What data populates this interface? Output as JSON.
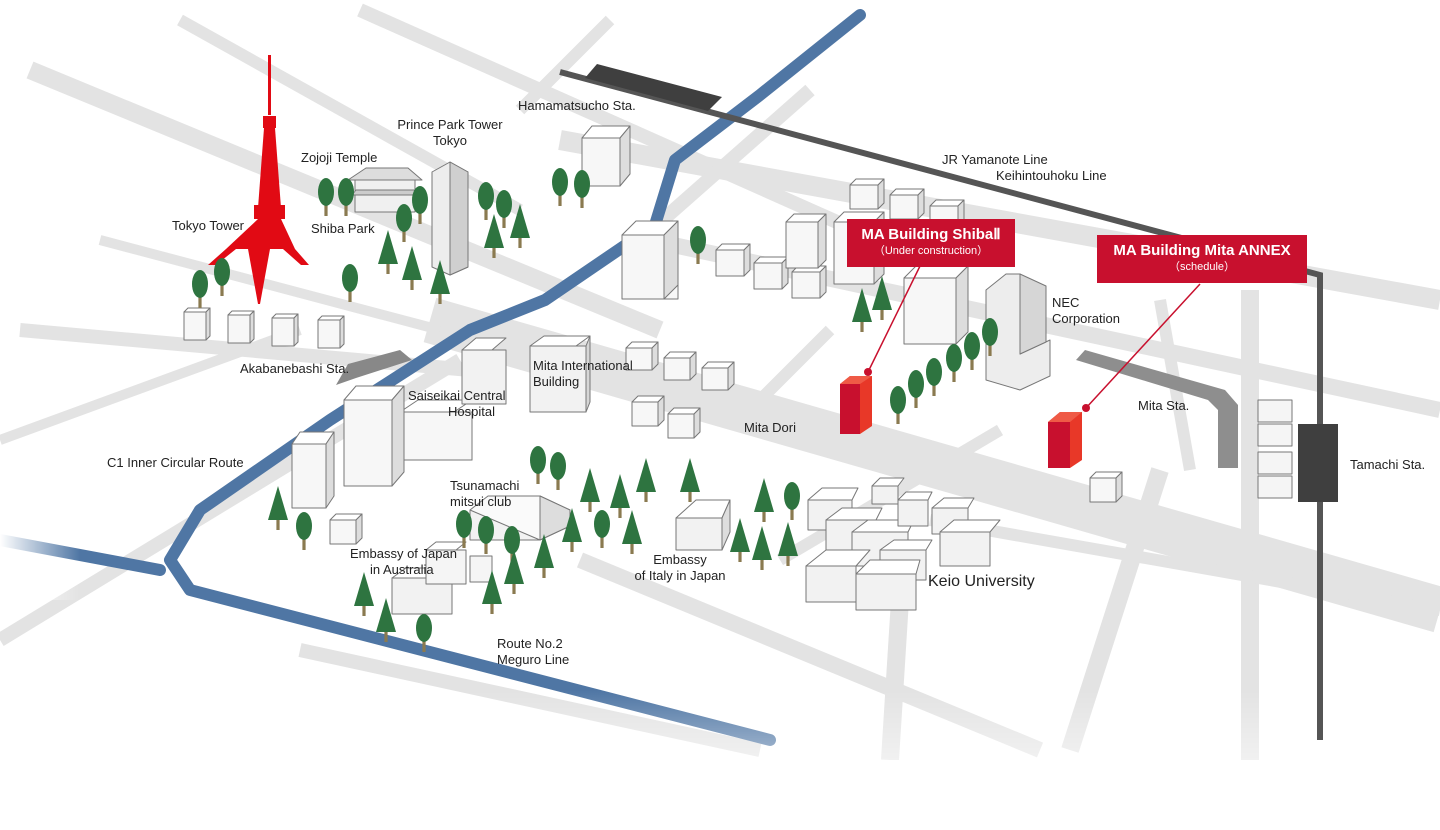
{
  "colors": {
    "road": "#e3e3e3",
    "expressway": "#4f76a4",
    "railway": "#555555",
    "accent": "#c8102e",
    "tower": "#e10a14",
    "tree": "#2e7440",
    "trunk": "#8a7a50"
  },
  "icons": [
    "tree-icon",
    "building-icon",
    "tower-icon"
  ],
  "labels": {
    "tokyo_tower": "Tokyo Tower",
    "zojoji": "Zojoji Temple",
    "shiba_park": "Shiba Park",
    "prince_1": "Prince Park Tower",
    "prince_2": "Tokyo",
    "hamamatsucho": "Hamamatsucho Sta.",
    "jr_line": "JR Yamanote Line",
    "keihin_line": "Keihintouhoku Line",
    "akabanebashi": "Akabanebashi Sta.",
    "saiseikai_1": "Saiseikai Central",
    "saiseikai_2": "Hospital",
    "mita_intl_1": "Mita International",
    "mita_intl_2": "Building",
    "mita_dori": "Mita Dori",
    "c1": "C1 Inner Circular Route",
    "tsunamachi_1": "Tsunamachi",
    "tsunamachi_2": "mitsui club",
    "aus_1": "Embassy of Japan",
    "aus_2": "in Australia",
    "italy_1": "Embassy",
    "italy_2": "of Italy in Japan",
    "keio": "Keio University",
    "route2_1": "Route No.2",
    "route2_2": "Meguro Line",
    "nec_1": "NEC",
    "nec_2": "Corporation",
    "mita_sta": "Mita Sta.",
    "tamachi": "Tamachi Sta."
  },
  "callouts": {
    "shiba": {
      "title": "MA Building ShibaⅡ",
      "sub": "（Under construction）"
    },
    "annex": {
      "title": "MA Building Mita ANNEX",
      "sub": "（schedule）"
    }
  }
}
